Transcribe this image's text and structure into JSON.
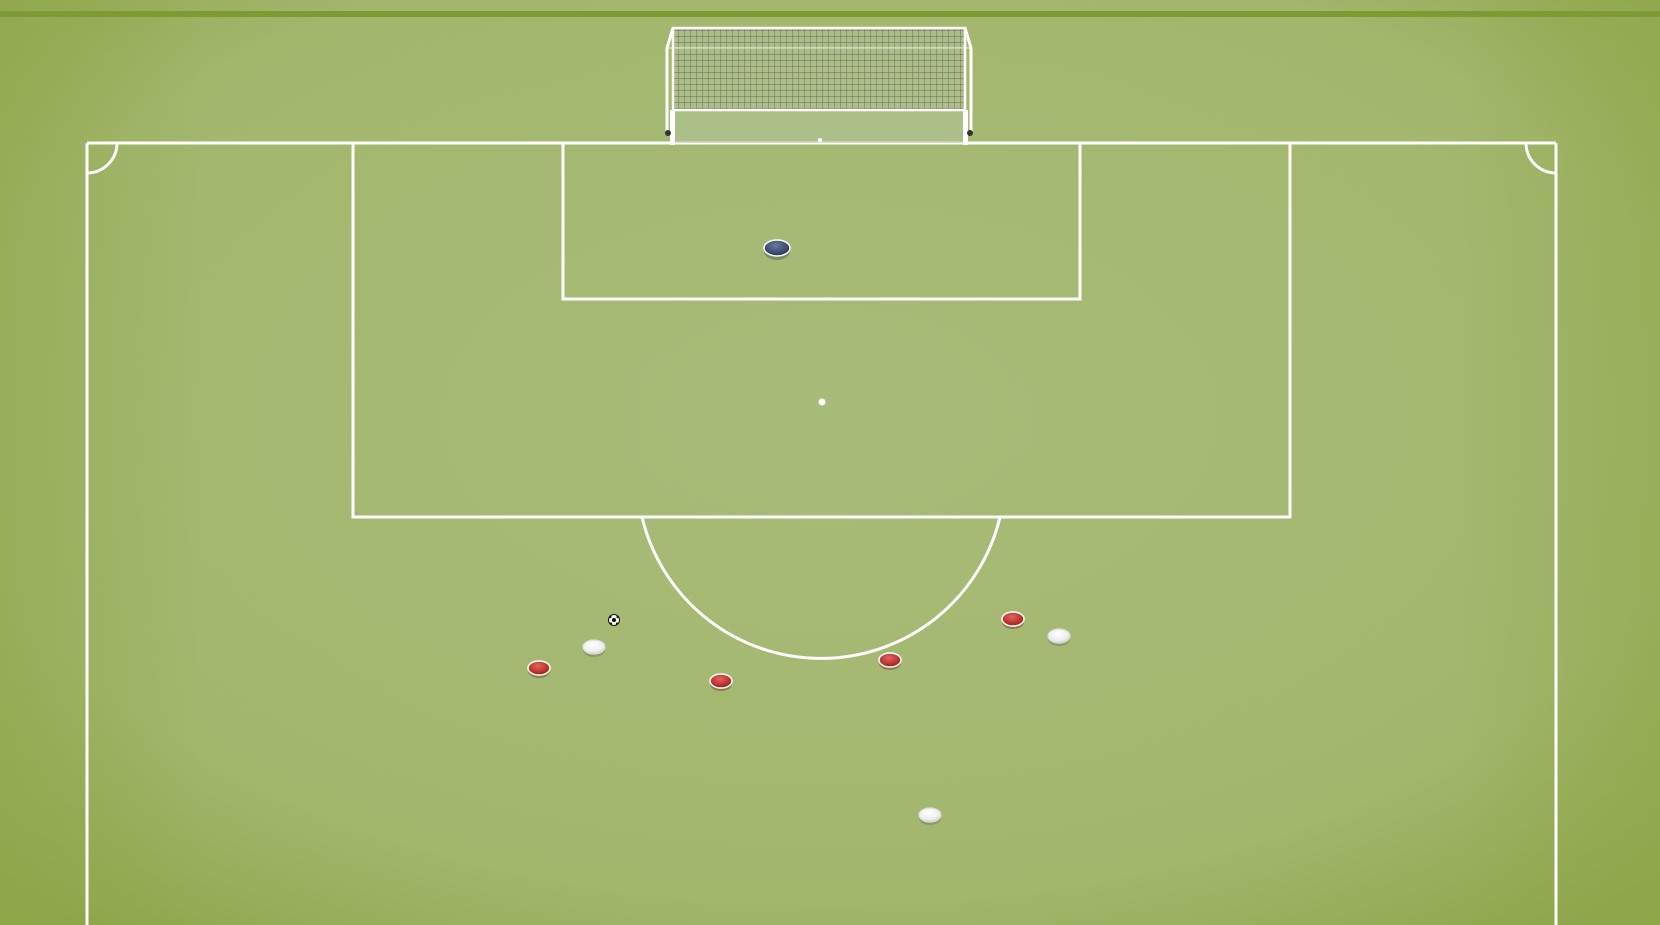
{
  "colors": {
    "pitch_light": "#a9bd7c",
    "pitch_dark": "#8fa64f",
    "pitch_top_band": "#7e9a32",
    "line": "#ffffff",
    "red_marker": "#c0342f",
    "white_marker": "#f4f4f4",
    "navy_marker": "#3f4e70",
    "ball": "#111111"
  },
  "diagram": {
    "goal": "goal-net",
    "ball": "soccer-ball",
    "markers": [
      {
        "team": "navy",
        "role": "goalkeeper"
      },
      {
        "team": "red"
      },
      {
        "team": "red"
      },
      {
        "team": "red"
      },
      {
        "team": "red"
      },
      {
        "team": "white"
      },
      {
        "team": "white"
      },
      {
        "team": "white"
      }
    ]
  }
}
